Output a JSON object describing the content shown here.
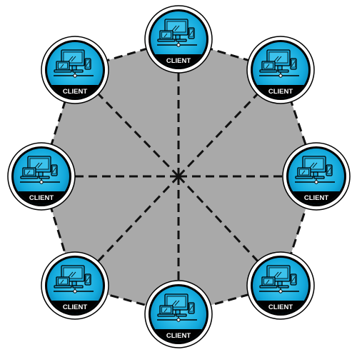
{
  "diagram": {
    "type": "mesh-network",
    "hub_fill": "#a9a9a9",
    "link_color": "#111111",
    "link_style": "dashed",
    "node_color": "#1fb3e3",
    "node_ring_color": "#000000",
    "node_icon": "computer-laptop-phone-icon",
    "nodes": [
      {
        "id": "top",
        "label": "CLIENT"
      },
      {
        "id": "top-right",
        "label": "CLIENT"
      },
      {
        "id": "right",
        "label": "CLIENT"
      },
      {
        "id": "bottom-right",
        "label": "CLIENT"
      },
      {
        "id": "bottom",
        "label": "CLIENT"
      },
      {
        "id": "bottom-left",
        "label": "CLIENT"
      },
      {
        "id": "left",
        "label": "CLIENT"
      },
      {
        "id": "top-left",
        "label": "CLIENT"
      }
    ]
  }
}
